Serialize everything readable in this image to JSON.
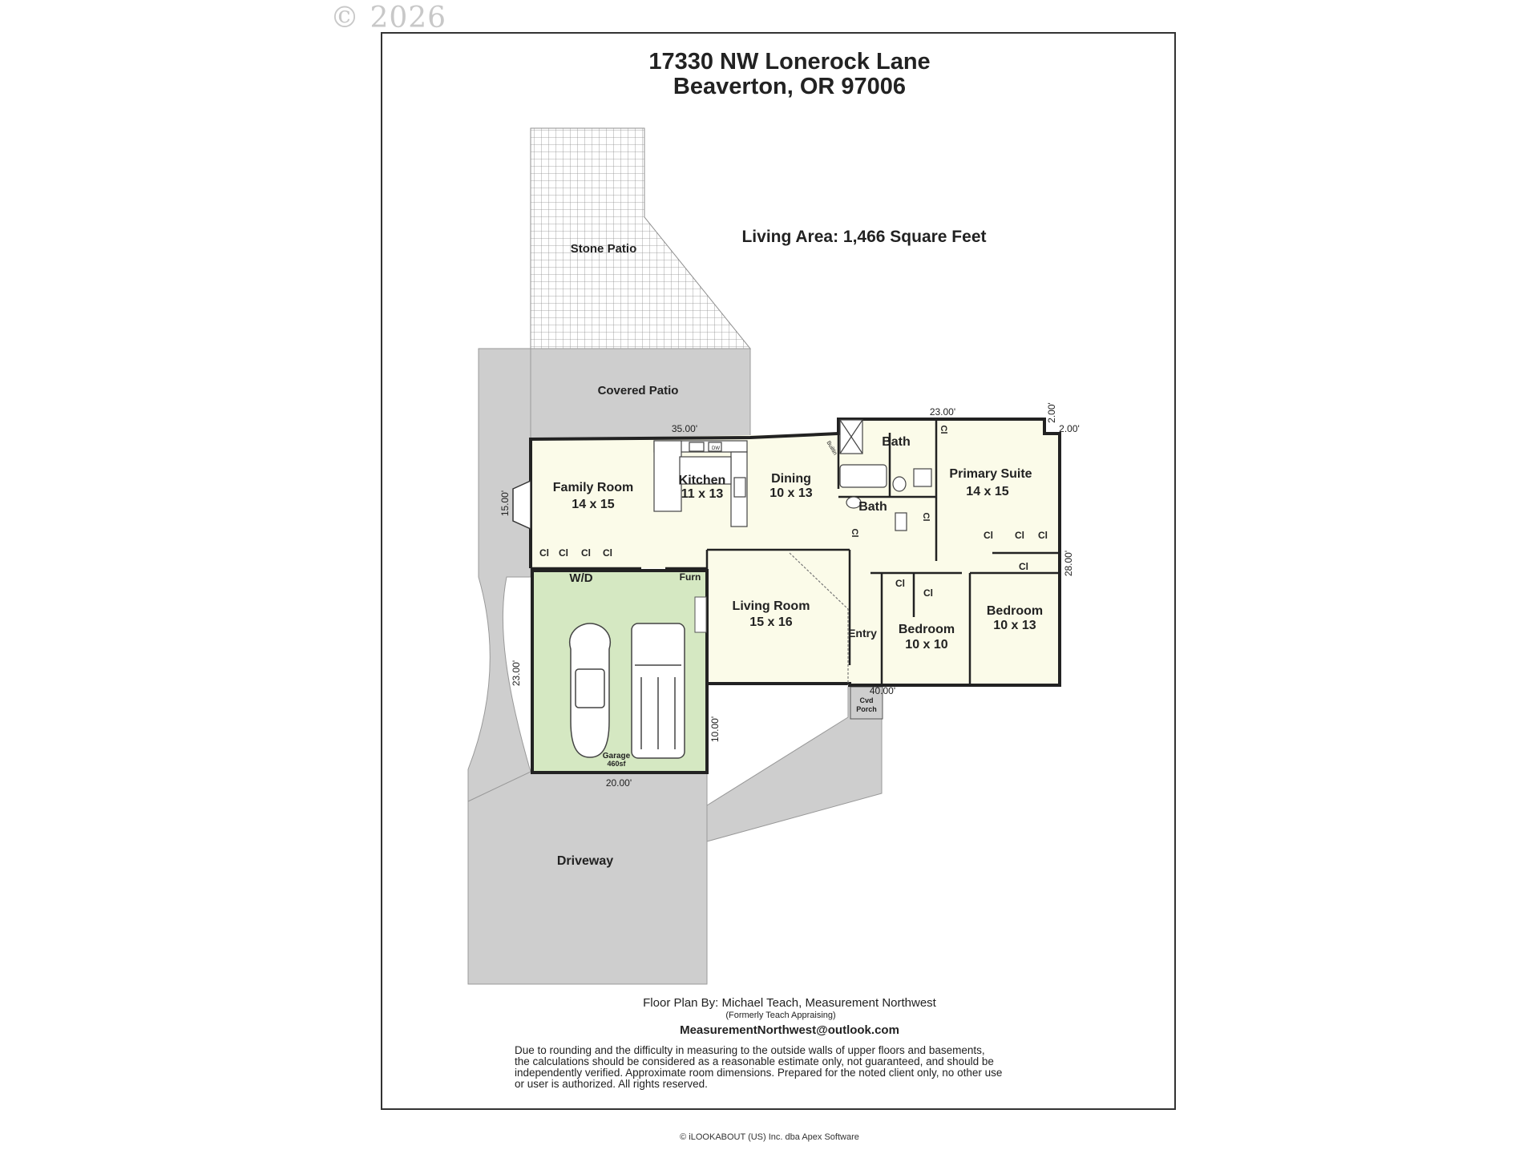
{
  "watermark": "© 2026",
  "header": {
    "address_line1": "17330 NW Lonerock Lane",
    "address_line2": "Beaverton, OR 97006"
  },
  "living_area": "Living Area: 1,466 Square Feet",
  "areas": {
    "stone_patio": "Stone Patio",
    "covered_patio": "Covered Patio",
    "driveway": "Driveway",
    "covered_porch_1": "Cvd",
    "covered_porch_2": "Porch",
    "entry": "Entry",
    "wd": "W/D",
    "furn": "Furn",
    "builtin": "Builtin"
  },
  "rooms": {
    "family_room": {
      "name": "Family Room",
      "dims": "14 x 15"
    },
    "kitchen": {
      "name": "Kitchen",
      "dims": "11 x 13"
    },
    "dining": {
      "name": "Dining",
      "dims": "10 x 13"
    },
    "bath1": {
      "name": "Bath"
    },
    "bath2": {
      "name": "Bath"
    },
    "primary_suite": {
      "name": "Primary Suite",
      "dims": "14 x 15"
    },
    "living_room": {
      "name": "Living Room",
      "dims": "15 x 16"
    },
    "bedroom_a": {
      "name": "Bedroom",
      "dims": "10 x 10"
    },
    "bedroom_b": {
      "name": "Bedroom",
      "dims": "10 x 13"
    },
    "garage": {
      "name": "Garage",
      "area": "460sf"
    }
  },
  "closet_label": "Cl",
  "appliance_label": "DW",
  "dimensions": {
    "top": "35.00'",
    "bath_top": "23.00'",
    "corner_a": "2.00'",
    "corner_b": "2.00'",
    "left": "15.00'",
    "right": "28.00'",
    "bottom_right": "40.00'",
    "garage_left": "23.00'",
    "garage_right": "10.00'",
    "garage_bottom": "20.00'"
  },
  "credits": {
    "by": "Floor Plan By: Michael Teach, Measurement Northwest",
    "formerly": "(Formerly Teach Appraising)",
    "email": "MeasurementNorthwest@outlook.com",
    "disclaimer": [
      "Due to rounding and the difficulty in measuring to the outside walls of upper floors and basements,",
      "the calculations should be considered as a reasonable estimate only, not guaranteed, and should be",
      "independently verified. Approximate room dimensions. Prepared for the noted client only, no other use",
      "or user is authorized. All rights reserved."
    ]
  },
  "footer": "© iLOOKABOUT (US) Inc. dba Apex Software",
  "colors": {
    "living_fill": "#fbfbe9",
    "garage_fill": "#d5e8c2",
    "paving_fill": "#cecece",
    "wall": "#222222"
  }
}
